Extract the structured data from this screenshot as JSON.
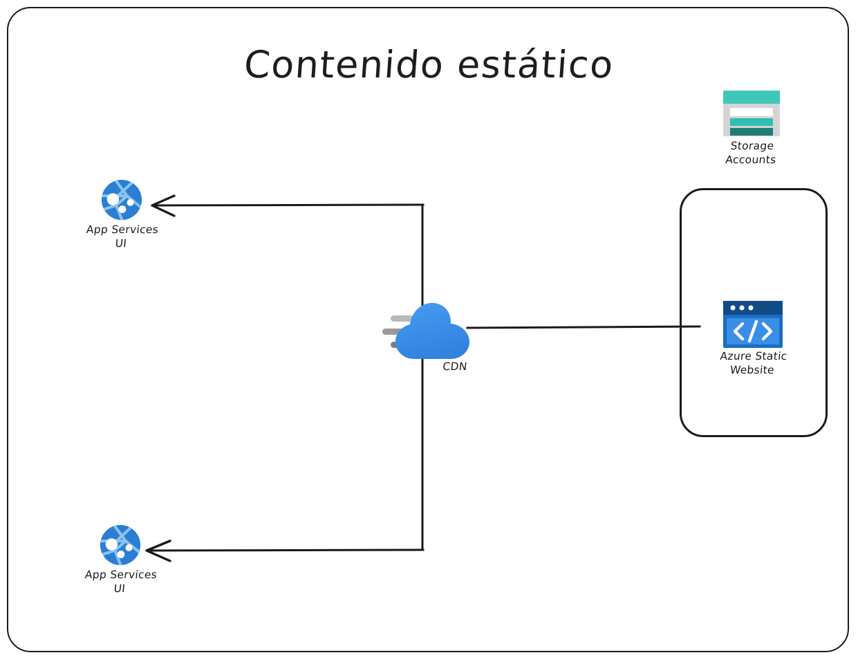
{
  "diagram": {
    "title": "Contenido estático",
    "type": "architecture-diagram",
    "background_color": "#ffffff",
    "frame_color": "#1a1a1a"
  },
  "nodes": [
    {
      "id": "app-services-ui-top",
      "icon": "app-services-icon",
      "label": "App Services\nUI",
      "color": "#2a7fd4"
    },
    {
      "id": "app-services-ui-bottom",
      "icon": "app-services-icon",
      "label": "App Services\nUI",
      "color": "#2a7fd4"
    },
    {
      "id": "cdn",
      "icon": "cloud-icon",
      "label": "CDN",
      "color": "#3b8ee8"
    },
    {
      "id": "storage-accounts",
      "icon": "storage-accounts-icon",
      "label": "Storage\nAccounts",
      "color": "#2fbfb0"
    },
    {
      "id": "azure-static-website",
      "icon": "code-window-icon",
      "label": "Azure Static\nWebsite",
      "color": "#1b6ec2"
    }
  ],
  "container": {
    "id": "static-website-container",
    "label": ""
  },
  "connections": [
    {
      "from": "cdn",
      "to": "app-services-ui-top",
      "arrow": true
    },
    {
      "from": "cdn",
      "to": "app-services-ui-bottom",
      "arrow": true
    },
    {
      "from": "azure-static-website",
      "to": "cdn",
      "arrow": false
    }
  ],
  "colors": {
    "teal_light": "#3ec8b8",
    "teal_mid": "#2fbfb0",
    "teal_dark": "#1d7f73",
    "grey_body": "#d4d4d4",
    "blue_window_bar": "#124c86",
    "blue_window_body": "#3b8ee8",
    "blue_azure": "#1b6ec2",
    "cloud_blue": "#3b8ee8",
    "speed_line_1": "#b9b9b9",
    "speed_line_2": "#9a9a9a",
    "speed_line_3": "#7d7d7d",
    "stroke": "#1a1a1a"
  }
}
